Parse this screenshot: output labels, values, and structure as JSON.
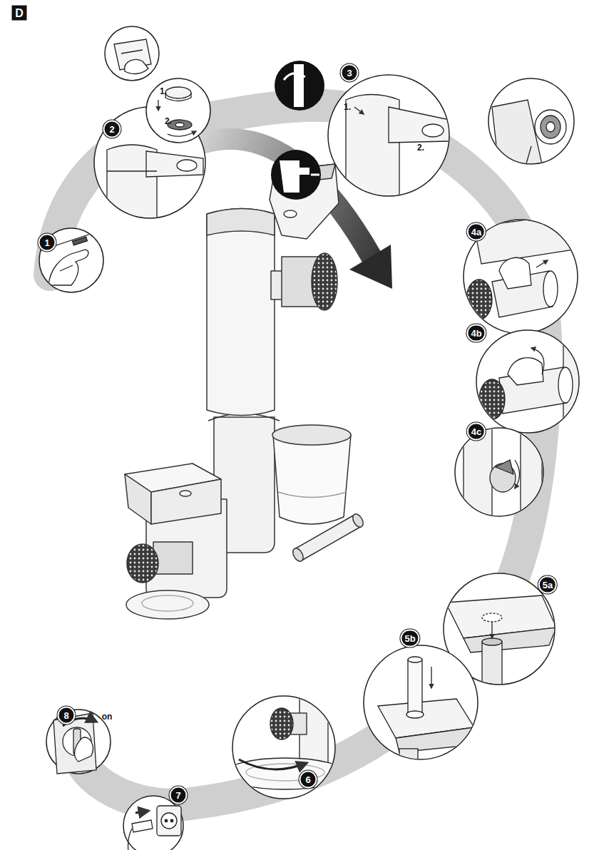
{
  "diagram": {
    "labels": [
      "D",
      "2",
      "1.",
      "2.",
      "3",
      "1.",
      "2.",
      "1",
      "4a",
      "4b",
      "4c",
      "5a",
      "5b",
      "6",
      "7",
      "8",
      "on"
    ]
  }
}
